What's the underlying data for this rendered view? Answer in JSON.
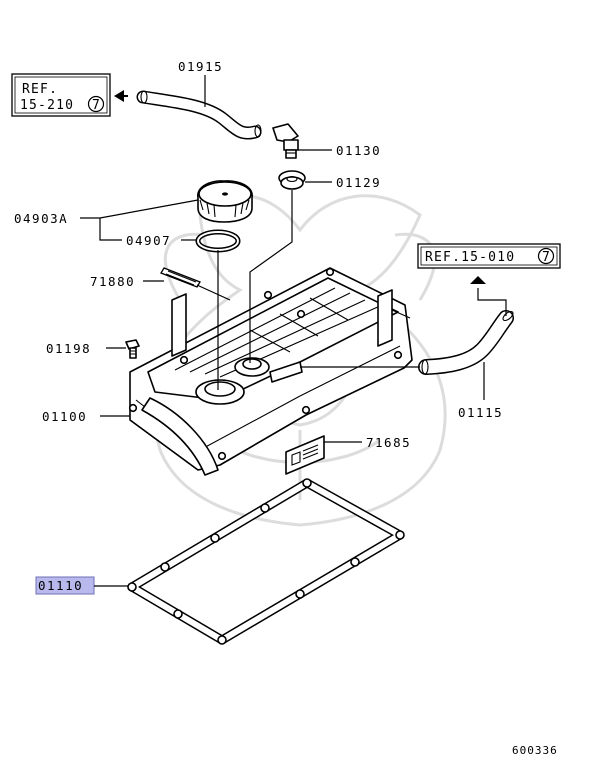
{
  "parts": {
    "p01915": "01915",
    "p01130": "01130",
    "p01129": "01129",
    "p04903A": "04903A",
    "p04907": "04907",
    "p71880": "71880",
    "p01198": "01198",
    "p01100": "01100",
    "p71685": "71685",
    "p01115": "01115",
    "p01110": "01110"
  },
  "refs": {
    "ref1_line1": "REF.",
    "ref1_line2": "15-210",
    "ref1_circle": "7",
    "ref2_text": "REF.15-010",
    "ref2_circle": "7"
  },
  "highlight_color": "#b9b9ee",
  "footer_code": "600336"
}
